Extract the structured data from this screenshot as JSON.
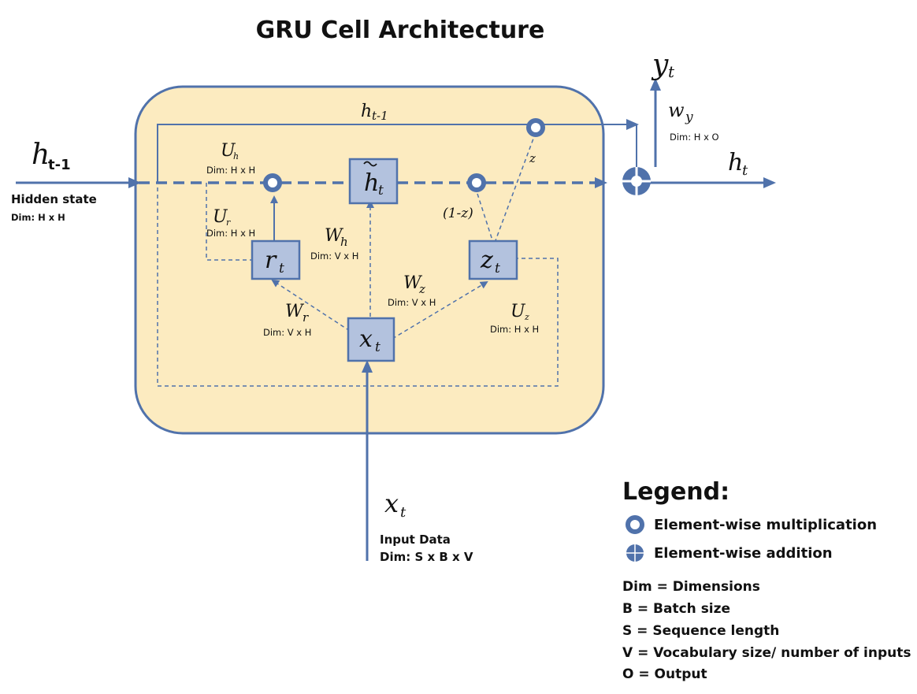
{
  "title": "GRU Cell Architecture",
  "colors": {
    "cell_fill": "#fcebc0",
    "cell_stroke": "#5072ab",
    "arrow": "#5072ab",
    "gate_fill": "#b3c2de"
  },
  "inputs": {
    "h_prev": {
      "base": "h",
      "sub": "t-1"
    },
    "hidden_state_label": "Hidden state",
    "hidden_state_dim": "Dim: H  x  H",
    "x_in": {
      "base": "x",
      "sub": "t"
    },
    "input_label": "Input Data",
    "input_dim": "Dim: S  x  B  x  V"
  },
  "outputs": {
    "y": {
      "base": "y",
      "sub": "t"
    },
    "h": {
      "base": "h",
      "sub": "t"
    },
    "wy": {
      "base": "w",
      "sub": "y"
    },
    "wy_dim": "Dim: H x O"
  },
  "cell": {
    "top_line": {
      "base": "h",
      "sub": "t-1"
    },
    "z_label": "z",
    "one_minus_z": "(1-z)",
    "uh": {
      "base": "U",
      "sub": "h"
    },
    "uh_dim": "Dim: H x H",
    "ur": {
      "base": "U",
      "sub": "r"
    },
    "ur_dim": "Dim: H x H",
    "wh": {
      "base": "W",
      "sub": "h"
    },
    "wh_dim": "Dim: V x H",
    "wz": {
      "base": "W",
      "sub": "z"
    },
    "wz_dim": "Dim: V x H",
    "wr": {
      "base": "W",
      "sub": "r"
    },
    "wr_dim": "Dim: V  x H",
    "uz": {
      "base": "U",
      "sub": "z"
    },
    "uz_dim": "Dim: H x H",
    "boxes": {
      "h_tilde": {
        "base": "h",
        "sub": "t"
      },
      "r": {
        "base": "r",
        "sub": "t"
      },
      "z": {
        "base": "z",
        "sub": "t"
      },
      "x": {
        "base": "x",
        "sub": "t"
      }
    }
  },
  "legend": {
    "title": "Legend:",
    "mult": "Element-wise multiplication",
    "add": "Element-wise addition",
    "abbreviations": [
      "Dim = Dimensions",
      "B  =  Batch size",
      "S  =  Sequence length",
      "V  = Vocabulary size/ number of inputs",
      "O  = Output"
    ]
  }
}
